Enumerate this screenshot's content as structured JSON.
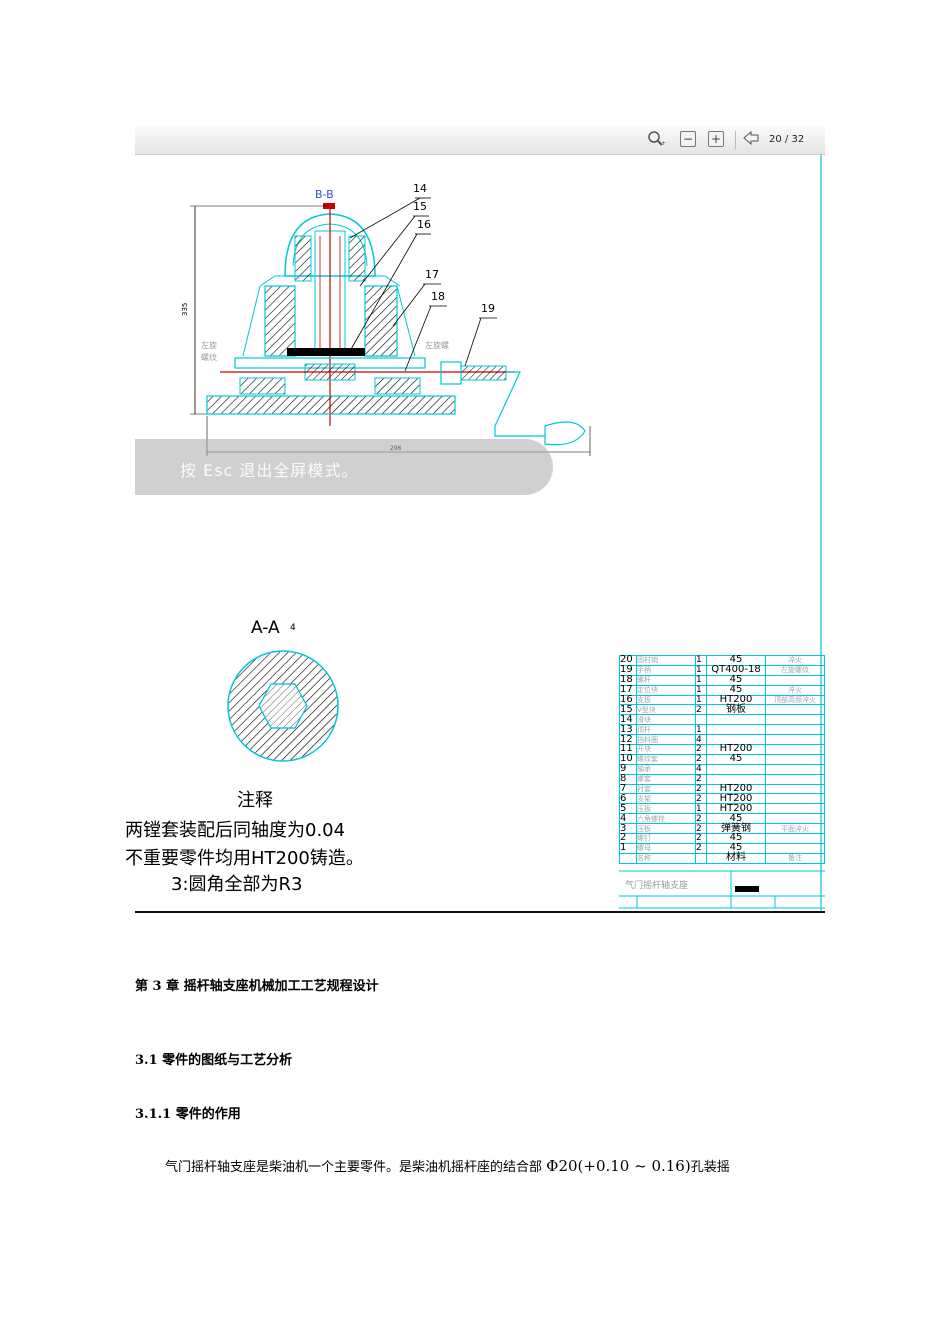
{
  "viewer": {
    "toolbar": {
      "zoom_icon": "magnifier-icon",
      "zoom_out_icon": "minus-icon",
      "zoom_in_icon": "plus-icon",
      "prev_icon": "arrow-left-icon",
      "page_current": "20",
      "page_separator": "/",
      "page_total": "32"
    },
    "esc_hint": "按 Esc 退出全屏模式。",
    "drawing": {
      "section_bb_label": "B-B",
      "balloons": [
        "14",
        "15",
        "16",
        "17",
        "18",
        "19"
      ],
      "left_label_1": "左旋",
      "left_label_2": "螺纹",
      "right_label": "左旋螺",
      "section_aa_label": "A-A",
      "aa_small": "4",
      "notes_title": "注释",
      "note_1": "两镗套装配后同轴度为0.04",
      "note_2": "不重要零件均用HT200铸造。",
      "note_3": "3:圆角全部为R3"
    },
    "parts_list": [
      {
        "no": "20",
        "name": "固村销",
        "qty": "1",
        "material": "45",
        "remark": "淬火"
      },
      {
        "no": "19",
        "name": "手柄",
        "qty": "1",
        "material": "QT400-18",
        "remark": "左旋螺纹"
      },
      {
        "no": "18",
        "name": "螺杆",
        "qty": "1",
        "material": "45",
        "remark": ""
      },
      {
        "no": "17",
        "name": "定位块",
        "qty": "1",
        "material": "45",
        "remark": "淬火"
      },
      {
        "no": "16",
        "name": "支板",
        "qty": "1",
        "material": "HT200",
        "remark": "顶部高频淬火"
      },
      {
        "no": "15",
        "name": "V型块",
        "qty": "2",
        "material": "钢板",
        "remark": ""
      },
      {
        "no": "14",
        "name": "滑块",
        "qty": "",
        "material": "",
        "remark": ""
      },
      {
        "no": "13",
        "name": "顶杆",
        "qty": "1",
        "material": "",
        "remark": ""
      },
      {
        "no": "12",
        "name": "挡料圈",
        "qty": "4",
        "material": "",
        "remark": ""
      },
      {
        "no": "11",
        "name": "开块",
        "qty": "2",
        "material": "HT200",
        "remark": ""
      },
      {
        "no": "10",
        "name": "螺纹套",
        "qty": "2",
        "material": "45",
        "remark": ""
      },
      {
        "no": "9",
        "name": "轴承",
        "qty": "4",
        "material": "",
        "remark": ""
      },
      {
        "no": "8",
        "name": "螺套",
        "qty": "2",
        "material": "",
        "remark": ""
      },
      {
        "no": "7",
        "name": "衬套",
        "qty": "2",
        "material": "HT200",
        "remark": ""
      },
      {
        "no": "6",
        "name": "支架",
        "qty": "2",
        "material": "HT200",
        "remark": ""
      },
      {
        "no": "5",
        "name": "压板",
        "qty": "1",
        "material": "HT200",
        "remark": ""
      },
      {
        "no": "4",
        "name": "六角螺栓",
        "qty": "2",
        "material": "45",
        "remark": ""
      },
      {
        "no": "3",
        "name": "压板",
        "qty": "2",
        "material": "弹簧钢",
        "remark": "平面淬火"
      },
      {
        "no": "2",
        "name": "螺钉",
        "qty": "2",
        "material": "45",
        "remark": ""
      },
      {
        "no": "1",
        "name": "螺母",
        "qty": "2",
        "material": "45",
        "remark": ""
      }
    ],
    "parts_header": {
      "name": "名称",
      "material": "材料",
      "remark": "备注"
    },
    "title_block": "气门摇杆轴支座"
  },
  "doc": {
    "chapter": "第 3 章 摇杆轴支座机械加工工艺规程设计",
    "section": "3.1 零件的图纸与工艺分析",
    "subsection": "3.1.1 零件的作用",
    "paragraph_start": "气门摇杆轴支座是柴油机一个主要零件。是柴油机摇杆座的结合部 ",
    "paragraph_formula": "Φ20(+0.10 ~ 0.16)",
    "paragraph_end": "孔装摇"
  }
}
